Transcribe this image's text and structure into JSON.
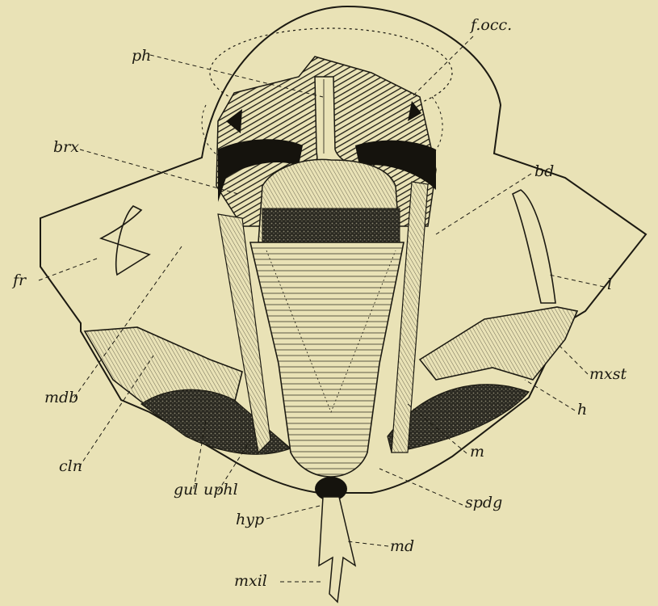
{
  "figure": {
    "labels": {
      "f_occ": "f.occ.",
      "ph": "ph",
      "brx": "brx",
      "bd": "bd",
      "fr": "fr",
      "l": "l",
      "mxst": "mxst",
      "h": "h",
      "mdb": "mdb",
      "cln": "cln",
      "m": "m",
      "gul": "gul",
      "uphl": "uphl",
      "spdg": "spdg",
      "hyp": "hyp",
      "md": "md",
      "mxil": "mxil"
    }
  },
  "colors": {
    "paper": "#e9e2b6",
    "ink": "#1c1a12"
  }
}
